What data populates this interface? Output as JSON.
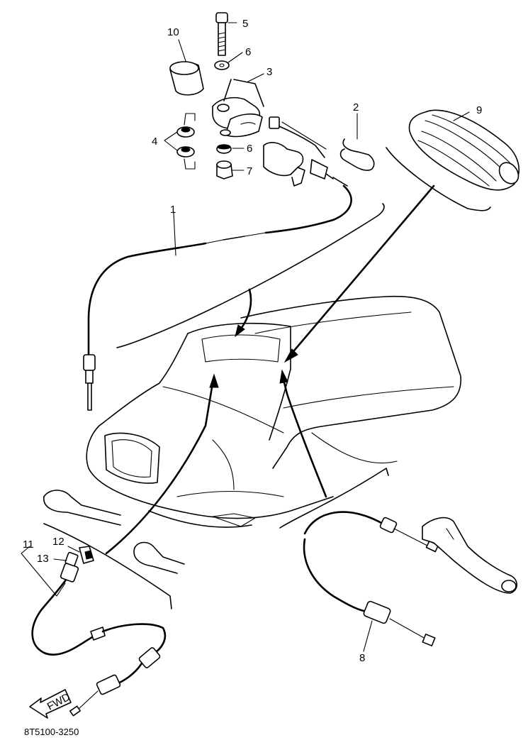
{
  "diagram": {
    "callouts": {
      "c1": "1",
      "c2": "2",
      "c3": "3",
      "c4": "4",
      "c5": "5",
      "c6a": "6",
      "c6b": "6",
      "c7": "7",
      "c8": "8",
      "c9": "9",
      "c10": "10",
      "c11": "11",
      "c12": "12",
      "c13": "13"
    },
    "fwd_label": "FWD",
    "part_code": "8T5100-3250"
  }
}
